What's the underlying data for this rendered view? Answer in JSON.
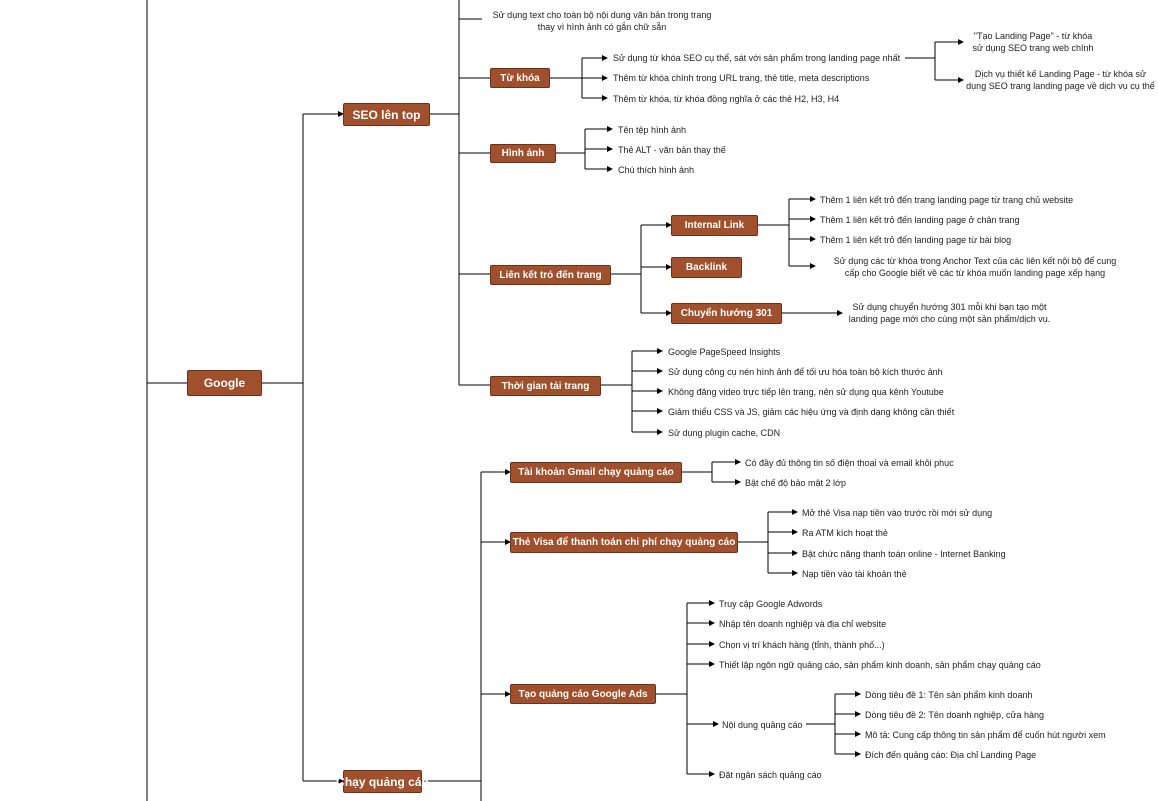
{
  "colors": {
    "node_fill": "#a0502d",
    "node_border": "#6e3018",
    "line": "#000000",
    "text": "#222222"
  },
  "root": {
    "label": "Google"
  },
  "seo": {
    "label": "SEO lên top",
    "text_leaf": [
      "Sử dụng text cho toàn bộ nội dung văn bản trong trang",
      "thay vì hình ảnh có gắn chữ sẵn"
    ],
    "keywords": {
      "label": "Từ khóa",
      "items": [
        "Sử dụng từ khóa SEO cụ thể, sát với sản phẩm trong landing page nhất",
        "Thêm từ khóa chính trong URL trang, thẻ title, meta descriptions",
        "Thêm từ khóa, từ khóa đồng nghĩa ở các thẻ H2, H3, H4"
      ],
      "sub": [
        [
          "\"Tạo Landing Page\" - từ khóa",
          "sử dụng SEO trang web chính"
        ],
        [
          "Dịch vụ thiết kế Landing Page - từ khóa sử",
          "dụng SEO trang landing page về dịch vụ cụ thể"
        ]
      ]
    },
    "images": {
      "label": "Hình ảnh",
      "items": [
        "Tên tệp hình ảnh",
        "Thẻ ALT - văn bản thay thế",
        "Chú thích hình ảnh"
      ]
    },
    "links": {
      "label": "Liên kết trỏ đến trang",
      "internal": {
        "label": "Internal Link",
        "items": [
          "Thêm 1 liên kết trỏ đến trang landing page từ trang chủ website",
          "Thêm 1 liên kết trỏ đến landing page ở chân trang",
          "Thêm 1 liên kết trỏ đến landing page từ bài blog"
        ],
        "last": [
          "Sử dụng các từ khóa trong Anchor Text của các liên kết nội bộ để cung",
          "cấp cho Google biết về các từ khóa muốn landing page xếp hạng"
        ]
      },
      "backlink": {
        "label": "Backlink"
      },
      "redirect": {
        "label": "Chuyển hướng 301",
        "item": [
          "Sử dụng chuyển hướng 301 mỗi khi bạn tạo một",
          "landing page mới cho cùng một sản phẩm/dịch vụ."
        ]
      }
    },
    "loading": {
      "label": "Thời gian tải trang",
      "items": [
        "Google PageSpeed Insights",
        "Sử dụng công cụ nén hình ảnh để tối ưu hóa toàn bộ kích thước ảnh",
        "Không đăng video trực tiếp lên trang, nên sử dụng qua kênh Youtube",
        "Giảm thiểu CSS và JS, giảm các hiệu ứng và định dạng không cần thiết",
        "Sử dụng plugin cache, CDN"
      ]
    }
  },
  "ads": {
    "label": "Chạy quảng cáo",
    "gmail": {
      "label": "Tài khoản Gmail chạy quảng cáo",
      "items": [
        "Có đầy đủ thông tin số điện thoại và email khôi phục",
        "Bật chế độ bảo mật 2 lớp"
      ]
    },
    "visa": {
      "label": "Thẻ Visa để thanh toán chi phí chạy quảng cáo",
      "items": [
        "Mở thẻ Visa nạp tiền vào trước rồi mới sử dụng",
        "Ra ATM kích hoạt thẻ",
        "Bật chức năng thanh toán online - Internet Banking",
        "Nạp tiền vào tài khoản thẻ"
      ]
    },
    "create": {
      "label": "Tạo quảng cáo Google Ads",
      "items": [
        "Truy cập Google Adwords",
        "Nhập tên doanh nghiệp và địa chỉ website",
        "Chọn vị trí khách hàng (tỉnh, thành phố...)",
        "Thiết lập ngôn ngữ quảng cáo, sản phẩm kinh doanh, sản phẩm chạy quảng cáo"
      ],
      "content": {
        "label": "Nội dung quảng cáo",
        "items": [
          "Dòng tiêu đề 1: Tên sản phẩm kinh doanh",
          "Dòng tiêu đề 2: Tên doanh nghiệp, cửa hàng",
          "Mô tả: Cung cấp thông tin sản phẩm để cuốn hút người xem",
          "Đích đến quảng cáo: Địa chỉ Landing Page"
        ]
      },
      "budget": "Đặt ngân sách quảng cáo"
    }
  }
}
